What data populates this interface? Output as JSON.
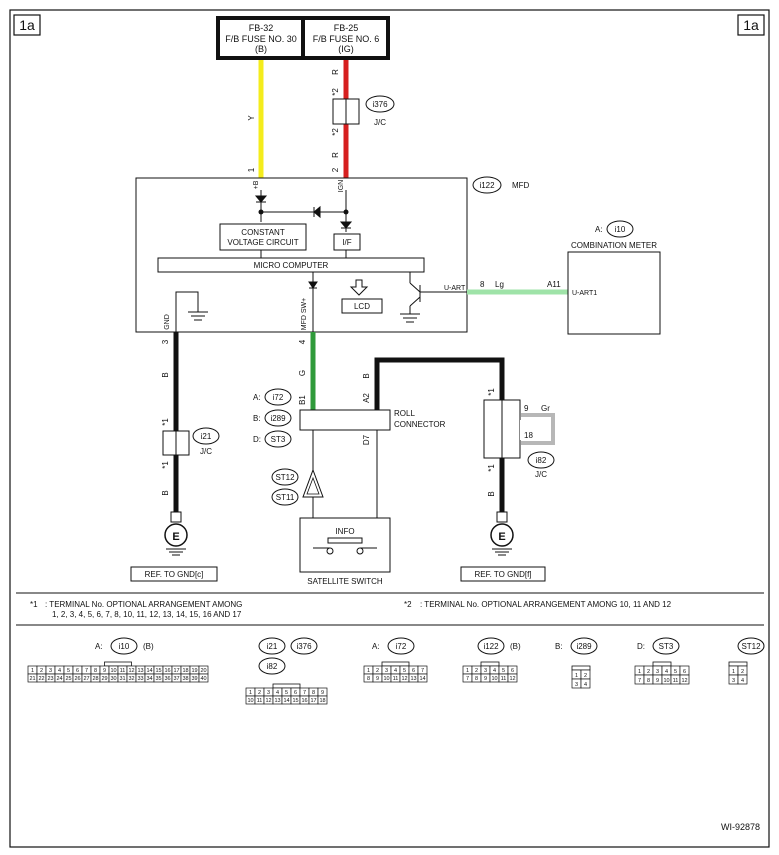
{
  "page_labels": [
    "1a",
    "1a"
  ],
  "doc_id": "WI-92878",
  "fuses": [
    {
      "code": "FB-32",
      "line1": "F/B FUSE NO. 30",
      "line2": "(B)"
    },
    {
      "code": "FB-25",
      "line1": "F/B FUSE NO. 6",
      "line2": "(IG)"
    }
  ],
  "wire_colors": {
    "Y": "#f4ec1c",
    "R": "#d61f1f",
    "G": "#2f9a3a",
    "Lg": "#9fe3a8",
    "B": "#111111",
    "Gr": "#b7b7b7"
  },
  "wire_labels": {
    "y": "Y",
    "r": "R",
    "star2": "*2",
    "pin1": "1",
    "pin2": "2",
    "gnd_pin": "3",
    "b": "B",
    "star1": "*1",
    "g_pin": "4",
    "g": "G",
    "a2_pin": "A2",
    "b1_pin": "B1",
    "d7_pin": "D7",
    "lg_pin": "8",
    "lg": "Lg",
    "a11_pin": "A11",
    "gr_pin": "9",
    "gr": "Gr",
    "pin18": "18"
  },
  "jc376": {
    "id": "i376",
    "label": "J/C"
  },
  "mfd": {
    "id": "i122",
    "name": "MFD",
    "pin_b": "+B",
    "pin_ign": "IGN",
    "pin_gnd": "GND",
    "pin_sw": "MFD SW+",
    "pin_uart": "U-ART",
    "constant_voltage": [
      "CONSTANT",
      "VOLTAGE CIRCUIT"
    ],
    "if_label": "I/F",
    "micro": "MICRO COMPUTER",
    "lcd": "LCD"
  },
  "meter": {
    "prefix": "A:",
    "id": "i10",
    "name": "COMBINATION METER",
    "pin": "U-ART1"
  },
  "jc21": {
    "id": "i21",
    "label": "J/C"
  },
  "jc82": {
    "id": "i82",
    "label": "J/C"
  },
  "roll": {
    "refs": [
      {
        "prefix": "A:",
        "id": "i72"
      },
      {
        "prefix": "B:",
        "id": "i289"
      },
      {
        "prefix": "D:",
        "id": "ST3"
      }
    ],
    "name": [
      "ROLL",
      "CONNECTOR"
    ]
  },
  "st_refs": [
    "ST12",
    "ST11"
  ],
  "satellite": {
    "info": "INFO",
    "name": "SATELLITE SWITCH"
  },
  "ground_letter": "E",
  "refs": [
    "REF. TO GND[c]",
    "REF. TO GND[f]"
  ],
  "notes": {
    "n1_mark": "*1",
    "n1_line1": ": TERMINAL No. OPTIONAL ARRANGEMENT AMONG",
    "n1_line2": "1, 2, 3, 4, 5, 6, 7, 8, 10, 11, 12, 13, 14, 15, 16 AND 17",
    "n2_mark": "*2",
    "n2_text": ": TERMINAL No. OPTIONAL ARRANGEMENT AMONG 10, 11 AND 12"
  },
  "connectors": [
    {
      "prefix": "A:",
      "ids": [
        "i10"
      ],
      "suffix": "(B)",
      "rows": [
        [
          "1",
          "2",
          "3",
          "4",
          "5",
          "6",
          "7",
          "8",
          "9",
          "10",
          "11",
          "12",
          "13",
          "14",
          "15",
          "16",
          "17",
          "18",
          "19",
          "20"
        ],
        [
          "21",
          "22",
          "23",
          "24",
          "25",
          "26",
          "27",
          "28",
          "29",
          "30",
          "31",
          "32",
          "33",
          "34",
          "35",
          "36",
          "37",
          "38",
          "39",
          "40"
        ]
      ]
    },
    {
      "prefix": "",
      "ids": [
        "i21",
        "i376",
        "i82"
      ],
      "suffix": "",
      "rows": [
        [
          "1",
          "2",
          "3",
          "4",
          "5",
          "6",
          "7",
          "8",
          "9"
        ],
        [
          "10",
          "11",
          "12",
          "13",
          "14",
          "15",
          "16",
          "17",
          "18"
        ]
      ]
    },
    {
      "prefix": "A:",
      "ids": [
        "i72"
      ],
      "suffix": "",
      "rows": [
        [
          "1",
          "2",
          "3",
          "4",
          "5",
          "6",
          "7"
        ],
        [
          "8",
          "9",
          "10",
          "11",
          "12",
          "13",
          "14"
        ]
      ]
    },
    {
      "prefix": "",
      "ids": [
        "i122"
      ],
      "suffix": "(B)",
      "rows": [
        [
          "1",
          "2",
          "3",
          "4",
          "5",
          "6"
        ],
        [
          "7",
          "8",
          "9",
          "10",
          "11",
          "12"
        ]
      ]
    },
    {
      "prefix": "B:",
      "ids": [
        "i289"
      ],
      "suffix": "",
      "rows": [
        [
          "1",
          "2"
        ],
        [
          "3",
          "4"
        ]
      ]
    },
    {
      "prefix": "D:",
      "ids": [
        "ST3"
      ],
      "suffix": "",
      "rows": [
        [
          "1",
          "2",
          "3",
          "4",
          "5",
          "6"
        ],
        [
          "7",
          "8",
          "9",
          "10",
          "11",
          "12"
        ]
      ]
    },
    {
      "prefix": "",
      "ids": [
        "ST12"
      ],
      "suffix": "",
      "rows": [
        [
          "1",
          "2"
        ],
        [
          "3",
          "4"
        ]
      ]
    }
  ]
}
